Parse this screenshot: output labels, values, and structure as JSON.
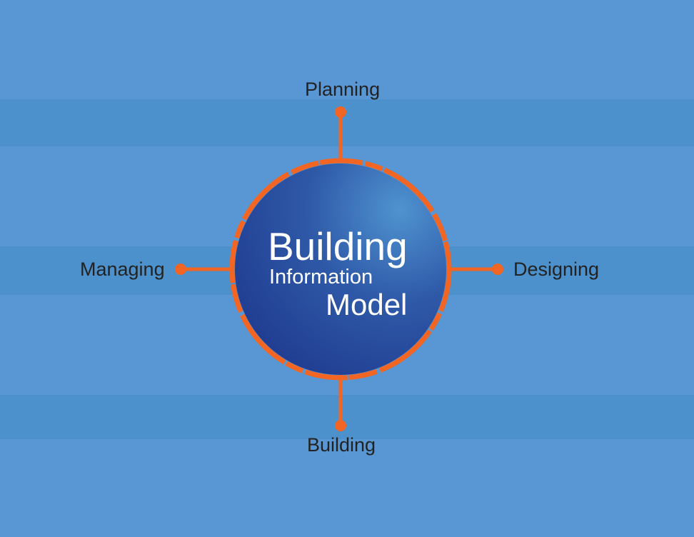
{
  "center": {
    "line1": "Building",
    "line2": "Information",
    "line3": "Model"
  },
  "nodes": {
    "top": "Planning",
    "right": "Designing",
    "bottom": "Building",
    "left": "Managing"
  },
  "colors": {
    "background": "#5897d3",
    "band": "#4c91cb",
    "accent": "#f26522",
    "sphere_dark": "#1f3a8f",
    "sphere_light": "#4f93d0",
    "text": "#222222"
  }
}
